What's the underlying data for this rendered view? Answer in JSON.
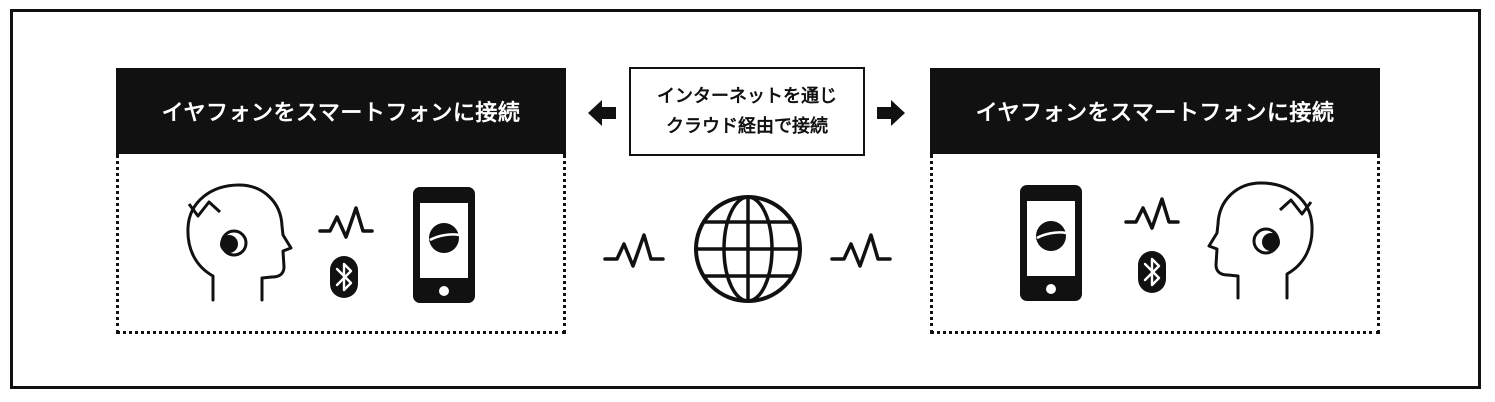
{
  "left_panel": {
    "title": "イヤフォンをスマートフォンに接続"
  },
  "right_panel": {
    "title": "イヤフォンをスマートフォンに接続"
  },
  "center": {
    "line1": "インターネットを通じ",
    "line2": "クラウド経由で接続"
  },
  "icons": {
    "left": [
      "head-earphone-icon",
      "wave-icon",
      "bluetooth-icon",
      "smartphone-icon"
    ],
    "center": [
      "wave-icon",
      "globe-icon",
      "wave-icon",
      "arrow-left-icon",
      "arrow-right-icon"
    ],
    "right": [
      "smartphone-icon",
      "wave-icon",
      "bluetooth-icon",
      "head-earphone-icon"
    ]
  },
  "colors": {
    "ink": "#111111",
    "background": "#ffffff"
  }
}
